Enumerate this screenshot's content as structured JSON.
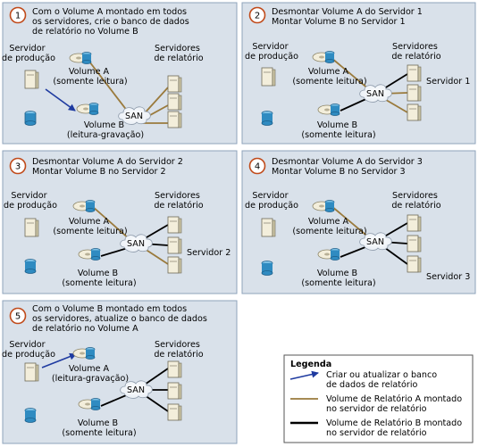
{
  "colors": {
    "panel_fill": "#d9e1ea",
    "panel_border": "#8ea3bb",
    "write_arrow": "#1f3ba0",
    "volume_a_line": "#9a7a3c",
    "volume_b_line": "#000000",
    "device_body": "#f3eedb",
    "disk_blue": "#2f8bc1",
    "cloud": "#ffffff"
  },
  "panels": [
    {
      "number": "1",
      "header": [
        "Com o Volume A montado em todos",
        "os servidores, crie o banco de dados",
        "de relatório no Volume B"
      ],
      "production_label": [
        "Servidor",
        "de produção"
      ],
      "report_label": [
        "Servidores",
        "de relatório"
      ],
      "volume_a": [
        "Volume A",
        "(somente leitura)"
      ],
      "volume_b": [
        "Volume B",
        "(leitura-gravação)"
      ],
      "san": "SAN",
      "server_label": ""
    },
    {
      "number": "2",
      "header": [
        "Desmontar Volume A do Servidor 1",
        "Montar Volume B no Servidor 1"
      ],
      "production_label": [
        "Servidor",
        "de produção"
      ],
      "report_label": [
        "Servidores",
        "de relatório"
      ],
      "volume_a": [
        "Volume A",
        "(somente leitura)"
      ],
      "volume_b": [
        "Volume B",
        "(somente leitura)"
      ],
      "san": "SAN",
      "server_label": "Servidor 1"
    },
    {
      "number": "3",
      "header": [
        "Desmontar Volume A do Servidor 2",
        "Montar Volume B no Servidor 2"
      ],
      "production_label": [
        "Servidor",
        "de produção"
      ],
      "report_label": [
        "Servidores",
        "de relatório"
      ],
      "volume_a": [
        "Volume A",
        "(somente leitura)"
      ],
      "volume_b": [
        "Volume B",
        "(somente leitura)"
      ],
      "san": "SAN",
      "server_label": "Servidor 2"
    },
    {
      "number": "4",
      "header": [
        "Desmontar Volume A do Servidor 3",
        "Montar Volume B no Servidor 3"
      ],
      "production_label": [
        "Servidor",
        "de produção"
      ],
      "report_label": [
        "Servidores",
        "de relatório"
      ],
      "volume_a": [
        "Volume A",
        "(somente leitura)"
      ],
      "volume_b": [
        "Volume B",
        "(somente leitura)"
      ],
      "san": "SAN",
      "server_label": "Servidor 3"
    },
    {
      "number": "5",
      "header": [
        "Com o Volume B montado em todos",
        "os servidores, atualize o banco de dados",
        "de relatório no Volume A"
      ],
      "production_label": [
        "Servidor",
        "de produção"
      ],
      "report_label": [
        "Servidores",
        "de relatório"
      ],
      "volume_a": [
        "Volume A",
        "(leitura-gravação)"
      ],
      "volume_b": [
        "Volume B",
        "(somente leitura)"
      ],
      "san": "SAN",
      "server_label": ""
    }
  ],
  "legend": {
    "title": "Legenda",
    "items": [
      {
        "kind": "arrow",
        "lines": [
          "Criar ou atualizar o banco",
          "de dados de relatório"
        ]
      },
      {
        "kind": "line-a",
        "lines": [
          "Volume de Relatório A montado",
          "no servidor de relatório"
        ]
      },
      {
        "kind": "line-b",
        "lines": [
          "Volume de Relatório B montado",
          "no servidor de relatório"
        ]
      }
    ]
  }
}
